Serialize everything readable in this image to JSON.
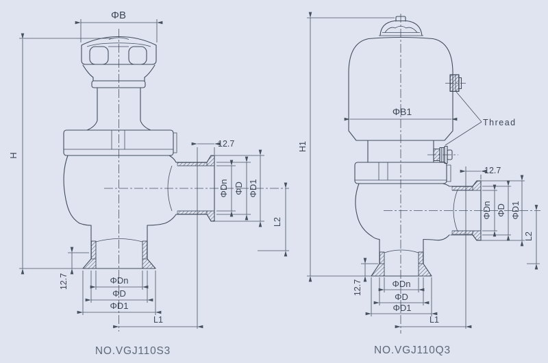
{
  "drawing": {
    "background_color": "#e0e4f1",
    "line_color": "#414b5c",
    "dimension_color": "#46505f",
    "caption_color": "#5d6878"
  },
  "left_valve": {
    "caption": "NO.VGJ110S3",
    "dims": {
      "handwheel_diameter": "ΦB",
      "height": "H",
      "side_ferrule_length": "12.7",
      "side_bore": "ΦDn",
      "side_tube_od": "ΦD",
      "side_clamp_od": "ΦD1",
      "side_port_length": "L2",
      "bottom_ferrule_length": "12.7",
      "bottom_bore": "ΦDn",
      "bottom_tube_od": "ΦD",
      "bottom_clamp_od": "ΦD1",
      "bottom_port_length": "L1"
    }
  },
  "right_valve": {
    "caption": "NO.VGJ110Q3",
    "dims": {
      "actuator_diameter": "ΦB1",
      "height": "H1",
      "side_ferrule_length": "12.7",
      "side_bore": "ΦDn",
      "side_tube_od": "ΦD",
      "side_clamp_od": "ΦD1",
      "side_port_length": "L2",
      "bottom_ferrule_length": "12.7",
      "bottom_bore": "ΦDn",
      "bottom_tube_od": "ΦD",
      "bottom_clamp_od": "ΦD1",
      "bottom_port_length": "L1"
    },
    "annotations": {
      "thread": "Thread"
    }
  }
}
